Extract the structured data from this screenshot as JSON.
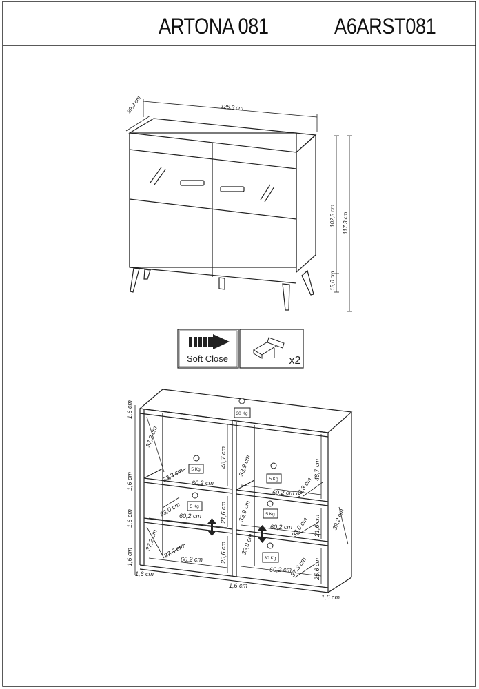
{
  "header": {
    "model_name": "ARTONA 081",
    "product_code": "A6ARST081"
  },
  "front_view": {
    "dims": {
      "depth": "39,3 cm",
      "width": "125,3 cm",
      "body_height": "102,3 cm",
      "total_height": "117,3 cm",
      "leg_height": "15,0 cm"
    }
  },
  "features": {
    "soft_close_label": "Soft Close",
    "hinge_count": "x2"
  },
  "interior_view": {
    "loads": {
      "top": "30 Kg",
      "shelf_left_upper": "5 Kg",
      "shelf_right_upper": "5 Kg",
      "shelf_left_mid": "5 Kg",
      "shelf_right_mid": "5 Kg",
      "bottom_right": "30 Kg"
    },
    "dims": {
      "board_thickness": "1,6 cm",
      "left_upper_height": "37,2 cm",
      "left_lower_height": "37,2 cm",
      "upper_compartment_height": "48,7 cm",
      "mid_compartment_height": "21,6 cm",
      "lower_compartment_height": "25,6 cm",
      "shelf_width": "60,2 cm",
      "shelf_depth_a": "33,3 cm",
      "shelf_depth_b": "33,0 cm",
      "shelf_depth_c": "37,3 cm",
      "shelf_depth_d": "33,9 cm",
      "side_depth": "39,2 cm"
    }
  }
}
